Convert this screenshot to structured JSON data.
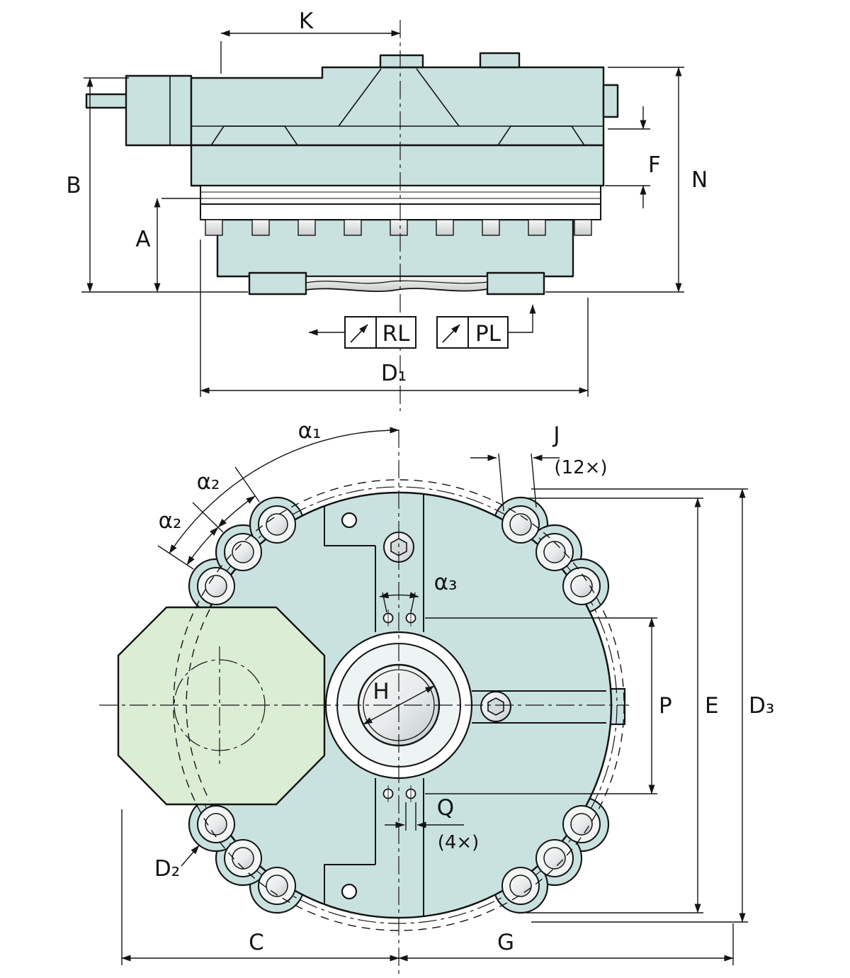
{
  "colors": {
    "housing": "#c9e2e0",
    "flange": "#dcedd6",
    "line": "#141414"
  },
  "side_view": {
    "dim_k": "K",
    "dim_b": "B",
    "dim_a": "A",
    "dim_f": "F",
    "dim_n": "N",
    "dim_d1": "D₁",
    "port_rl": "RL",
    "port_pl": "PL"
  },
  "front_view": {
    "alpha1": "α₁",
    "alpha2_a": "α₂",
    "alpha2_b": "α₂",
    "alpha3": "α₃",
    "dim_j": "J",
    "count_j": "(12×)",
    "dim_h": "H",
    "dim_p": "P",
    "dim_e": "E",
    "dim_d3": "D₃",
    "dim_q": "Q",
    "count_q": "(4×)",
    "dim_d2": "D₂",
    "dim_c": "C",
    "dim_g": "G"
  }
}
